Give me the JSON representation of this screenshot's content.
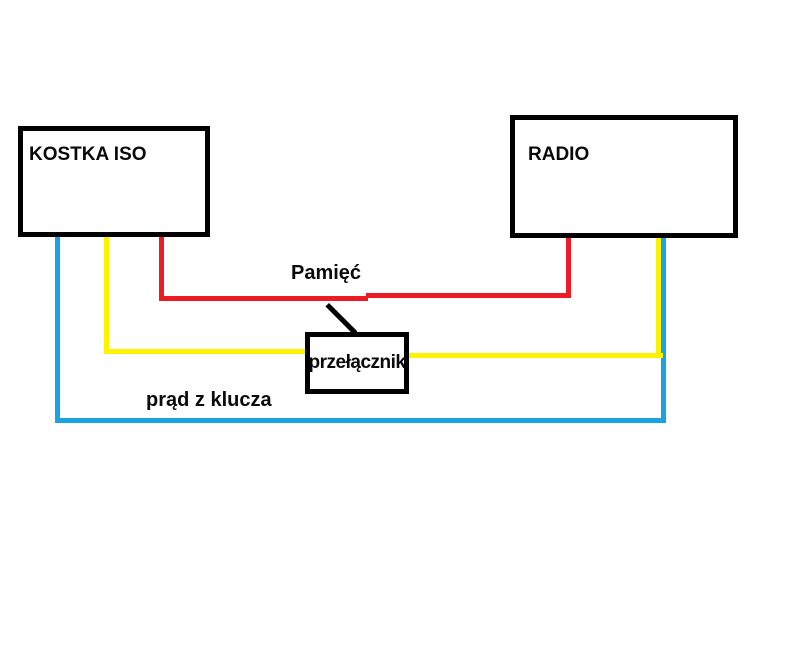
{
  "diagram": {
    "background_color": "#ffffff",
    "outline_color": "#000000",
    "boxes": [
      {
        "id": "kostka-iso",
        "label": "KOSTKA ISO"
      },
      {
        "id": "radio",
        "label": "RADIO"
      },
      {
        "id": "przelacznik",
        "label": "przełącznik"
      }
    ],
    "wires": [
      {
        "id": "pamiec",
        "label": "Pamięć",
        "color": "#ed1c24",
        "from": "KOSTKA ISO",
        "to": "RADIO"
      },
      {
        "id": "przelacznik-wire",
        "label": "",
        "color": "#fff200",
        "from": "KOSTKA ISO",
        "to": "RADIO",
        "via": "przełącznik"
      },
      {
        "id": "prad-z-klucza",
        "label": "prąd z klucza",
        "color": "#1ba2e2",
        "from": "KOSTKA ISO",
        "to": "RADIO"
      }
    ]
  }
}
